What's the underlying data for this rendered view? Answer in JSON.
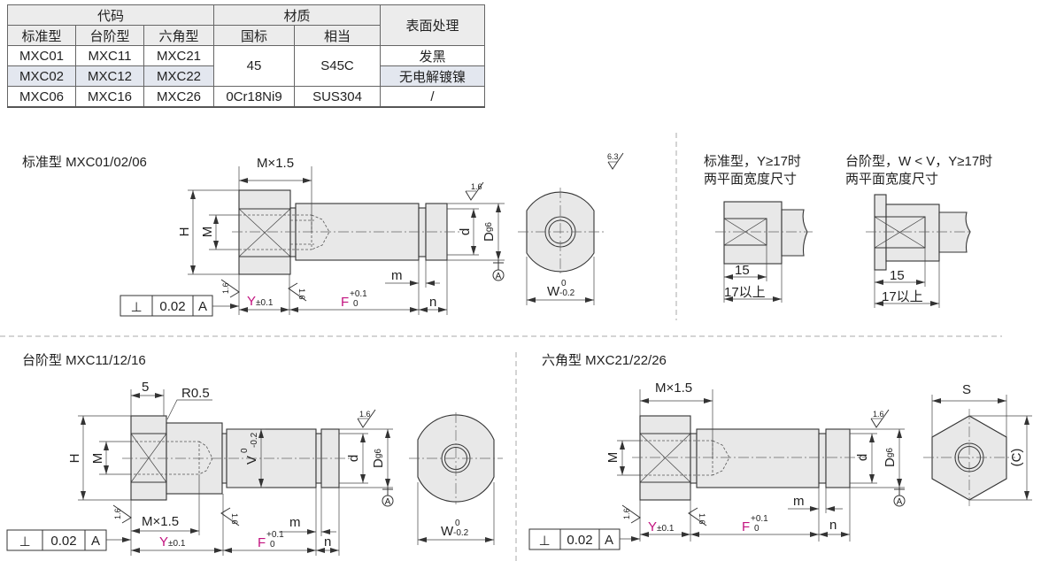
{
  "colors": {
    "accent_pink": "#c2127f",
    "part_fill": "#e8e8e8",
    "alt_row": "#e3e7ef",
    "header_bg": "#ececec"
  },
  "table": {
    "group_headers": {
      "code": "代码",
      "material": "材质",
      "surface": "表面处理"
    },
    "sub_headers": [
      "标准型",
      "台阶型",
      "六角型",
      "国标",
      "相当"
    ],
    "rows": [
      {
        "codes": [
          "MXC01",
          "MXC11",
          "MXC21"
        ],
        "surface": "发黑"
      },
      {
        "codes": [
          "MXC02",
          "MXC12",
          "MXC22"
        ],
        "surface": "无电解镀镍"
      },
      {
        "codes": [
          "MXC06",
          "MXC16",
          "MXC26"
        ],
        "surface": "/"
      }
    ],
    "material_rows": [
      {
        "gb": "45",
        "equiv": "S45C"
      },
      {
        "gb": "0Cr18Ni9",
        "equiv": "SUS304"
      }
    ]
  },
  "titles": {
    "standard": "标准型  MXC01/02/06",
    "stepped": "台阶型   MXC11/12/16",
    "hex": "六角型   MXC21/22/26"
  },
  "notes": {
    "standard_line1": "标准型，Y≥17时",
    "standard_line2": "两平面宽度尺寸",
    "stepped_line1": "台阶型，W < V，Y≥17时",
    "stepped_line2": "两平面宽度尺寸",
    "dim15": "15",
    "dim17": "17以上"
  },
  "dims": {
    "H": "H",
    "M": "M",
    "MxP": "M×1.5",
    "d": "d",
    "D": "D",
    "g6": "g6",
    "m": "m",
    "n": "n",
    "Y": "Y",
    "Ytol": "±0.1",
    "F": "F",
    "Fup": "+0.1",
    "Flo": "0",
    "W": "W",
    "Wup": "0",
    "Wlo": "-0.2",
    "V": "V",
    "Vup": "0",
    "Vlo": "-0.2",
    "A": "A",
    "five": "5",
    "R": "R0.5",
    "S": "S",
    "C": "(C)",
    "ra16": "1.6",
    "ra63": "6.3"
  },
  "tolerance_frame": {
    "symbol": "⊥",
    "value": "0.02",
    "datum": "A"
  }
}
